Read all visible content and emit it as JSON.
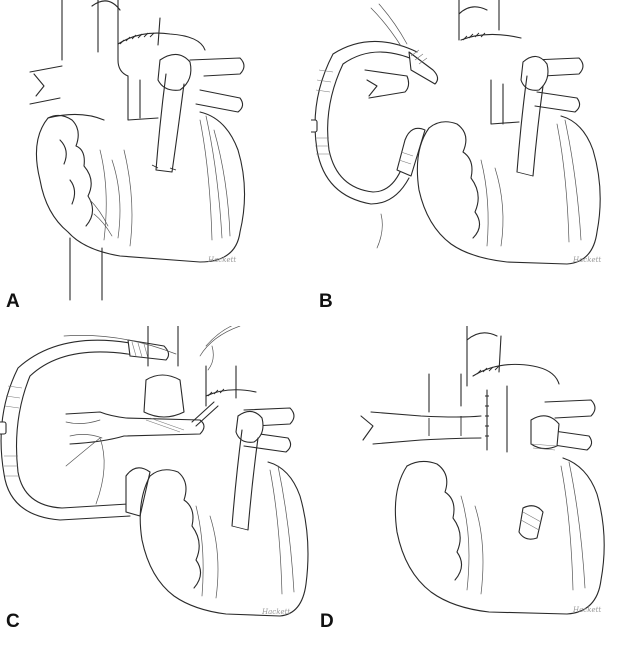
{
  "panels": [
    {
      "label": "A",
      "content": "native-heart"
    },
    {
      "label": "B",
      "content": "bypass-cannulation"
    },
    {
      "label": "C",
      "content": "cross-clamped-repair"
    },
    {
      "label": "D",
      "content": "completed-repair"
    }
  ],
  "colors": {
    "ink": "#2a2a2a",
    "background": "#ffffff",
    "label": "#111111"
  }
}
